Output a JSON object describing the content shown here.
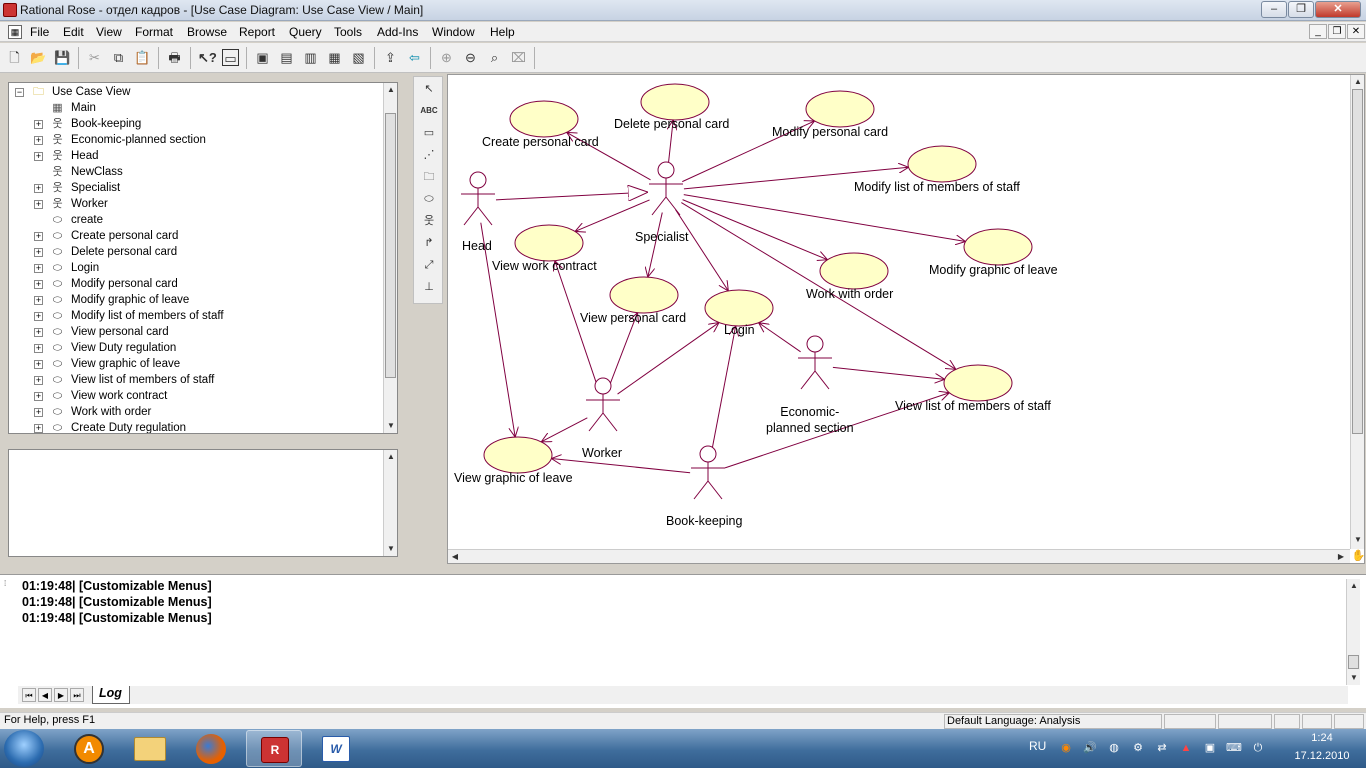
{
  "window": {
    "title": "Rational Rose - отдел кадров - [Use Case Diagram: Use Case View / Main]",
    "controls": [
      "–",
      "❐",
      "✕"
    ]
  },
  "menu": {
    "items": [
      "File",
      "Edit",
      "View",
      "Format",
      "Browse",
      "Report",
      "Query",
      "Tools",
      "Add-Ins",
      "Window",
      "Help"
    ],
    "mdi_controls": [
      "_",
      "❐",
      "✕"
    ]
  },
  "toolbar": {
    "icons": [
      "new-file-icon",
      "open-folder-icon",
      "save-icon",
      "cut-icon",
      "copy-icon",
      "paste-icon",
      "print-icon",
      "context-help-icon",
      "view-doc-icon",
      "browse-class-icon",
      "browse-interaction-icon",
      "browse-component-icon",
      "browse-deployment-icon",
      "browse-state-icon",
      "browse-parent-icon",
      "browse-previous-icon",
      "zoom-in-icon",
      "zoom-out-icon",
      "fit-in-window-icon",
      "undo-fit-icon"
    ]
  },
  "browser": {
    "root": "Use Case View",
    "items": [
      {
        "label": "Main",
        "icon": "diagram",
        "expandable": false
      },
      {
        "label": "Book-keeping",
        "icon": "actor",
        "expandable": true
      },
      {
        "label": "Economic-planned section",
        "icon": "actor",
        "expandable": true
      },
      {
        "label": "Head",
        "icon": "actor",
        "expandable": true
      },
      {
        "label": "NewClass",
        "icon": "actor",
        "expandable": false
      },
      {
        "label": "Specialist",
        "icon": "actor",
        "expandable": true
      },
      {
        "label": "Worker",
        "icon": "actor",
        "expandable": true
      },
      {
        "label": "create",
        "icon": "usecase",
        "expandable": false
      },
      {
        "label": "Create personal card",
        "icon": "usecase",
        "expandable": true
      },
      {
        "label": "Delete personal card",
        "icon": "usecase",
        "expandable": true
      },
      {
        "label": "Login",
        "icon": "usecase",
        "expandable": true
      },
      {
        "label": "Modify  personal card",
        "icon": "usecase",
        "expandable": true
      },
      {
        "label": "Modify graphic of leave",
        "icon": "usecase",
        "expandable": true
      },
      {
        "label": "Modify list of members of staff",
        "icon": "usecase",
        "expandable": true
      },
      {
        "label": "View  personal card",
        "icon": "usecase",
        "expandable": true
      },
      {
        "label": "View Duty regulation",
        "icon": "usecase",
        "expandable": true
      },
      {
        "label": "View graphic of leave",
        "icon": "usecase",
        "expandable": true
      },
      {
        "label": "View list of members of staff",
        "icon": "usecase",
        "expandable": true
      },
      {
        "label": "View work contract",
        "icon": "usecase",
        "expandable": true
      },
      {
        "label": "Work with order",
        "icon": "usecase",
        "expandable": true
      },
      {
        "label": "Create Duty regulation",
        "icon": "usecase",
        "expandable": true
      }
    ]
  },
  "diagram": {
    "actors": [
      {
        "id": "head",
        "label": "Head"
      },
      {
        "id": "specialist",
        "label": "Specialist"
      },
      {
        "id": "worker",
        "label": "Worker"
      },
      {
        "id": "econ",
        "label": "Economic-\nplanned section"
      },
      {
        "id": "book",
        "label": "Book-keeping"
      }
    ],
    "usecases": [
      {
        "id": "create",
        "label": "Create personal card"
      },
      {
        "id": "delete",
        "label": "Delete personal card"
      },
      {
        "id": "modify",
        "label": "Modify  personal card"
      },
      {
        "id": "modlist",
        "label": "Modify list of members of staff"
      },
      {
        "id": "modgraph",
        "label": "Modify graphic of leave"
      },
      {
        "id": "workorder",
        "label": "Work with order"
      },
      {
        "id": "viewcontract",
        "label": "View work contract"
      },
      {
        "id": "viewcard",
        "label": "View  personal card"
      },
      {
        "id": "login",
        "label": "Login"
      },
      {
        "id": "viewlist",
        "label": "View list of members of staff"
      },
      {
        "id": "viewgraph",
        "label": "View graphic of leave"
      }
    ],
    "relations": [
      [
        "specialist",
        "create",
        "assoc"
      ],
      [
        "specialist",
        "delete",
        "assoc"
      ],
      [
        "specialist",
        "modify",
        "assoc"
      ],
      [
        "specialist",
        "modlist",
        "assoc"
      ],
      [
        "specialist",
        "modgraph",
        "assoc"
      ],
      [
        "specialist",
        "workorder",
        "assoc"
      ],
      [
        "specialist",
        "viewcontract",
        "assoc"
      ],
      [
        "specialist",
        "viewcard",
        "assoc"
      ],
      [
        "specialist",
        "login",
        "assoc"
      ],
      [
        "specialist",
        "viewlist",
        "assoc"
      ],
      [
        "head",
        "specialist",
        "generalization"
      ],
      [
        "head",
        "viewgraph",
        "assoc"
      ],
      [
        "worker",
        "viewcontract",
        "assoc"
      ],
      [
        "worker",
        "viewcard",
        "assoc"
      ],
      [
        "worker",
        "login",
        "assoc"
      ],
      [
        "worker",
        "viewgraph",
        "assoc"
      ],
      [
        "econ",
        "login",
        "assoc"
      ],
      [
        "econ",
        "viewlist",
        "assoc"
      ],
      [
        "book",
        "login",
        "assoc"
      ],
      [
        "book",
        "viewgraph",
        "assoc"
      ],
      [
        "book",
        "viewlist",
        "assoc"
      ]
    ],
    "colors": {
      "line": "#800040",
      "usecase_fill": "#ffffc8",
      "actor": "#800040"
    }
  },
  "log": {
    "lines": [
      "01:19:48|  [Customizable Menus]",
      "01:19:48|  [Customizable Menus]",
      "01:19:48|  [Customizable Menus]"
    ],
    "tab": "Log"
  },
  "status": {
    "help": "For Help, press F1",
    "language": "Default Language: Analysis"
  },
  "taskbar": {
    "apps": [
      "start-orb",
      "avast",
      "explorer",
      "firefox",
      "rational-rose",
      "word"
    ],
    "lang": "RU",
    "time": "1:24",
    "date": "17.12.2010"
  }
}
